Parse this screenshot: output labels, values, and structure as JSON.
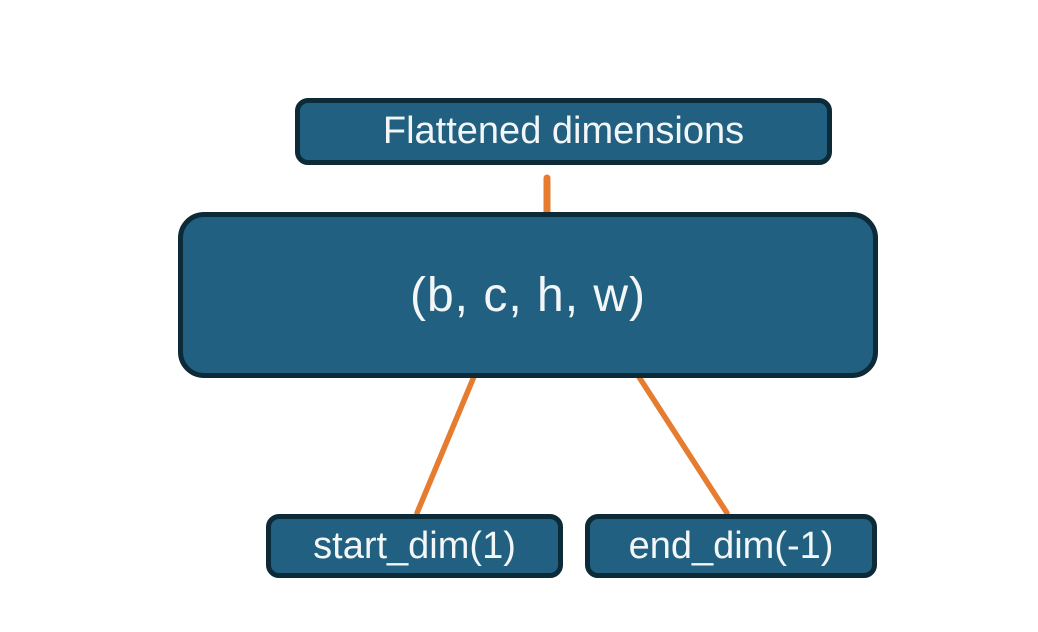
{
  "diagram": {
    "title_box": {
      "label": "Flattened dimensions"
    },
    "shape_box": {
      "label": "(b, c, h, w)"
    },
    "start_dim_box": {
      "label": "start_dim(1)"
    },
    "end_dim_box": {
      "label": "end_dim(-1)"
    }
  },
  "colors": {
    "box_fill": "#216080",
    "box_border": "#0d2a38",
    "connector_orange": "#e67c30",
    "text": "#f3f6f7",
    "background": "#ffffff"
  }
}
